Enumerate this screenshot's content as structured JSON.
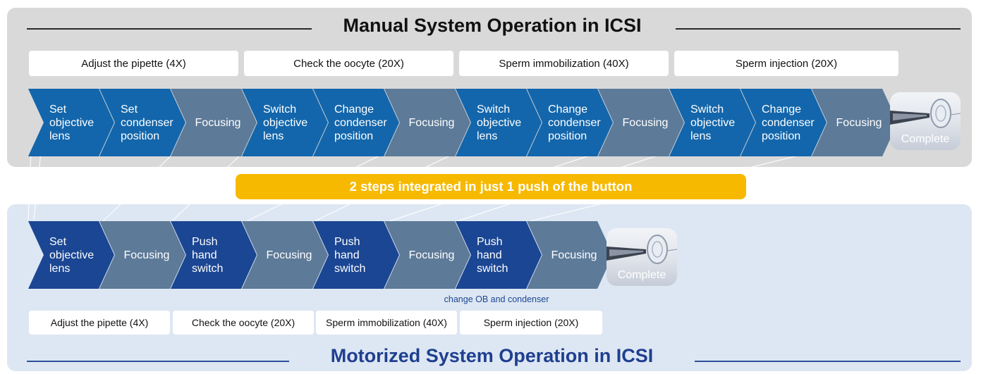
{
  "manual": {
    "title": "Manual System Operation in ICSI",
    "stages": [
      "Adjust the pipette (4X)",
      "Check the oocyte (20X)",
      "Sperm immobilization (40X)",
      "Sperm injection (20X)"
    ],
    "steps": [
      {
        "label": "Set\nobjective\nlens",
        "kind": "blue"
      },
      {
        "label": "Set\ncondenser\nposition",
        "kind": "blue"
      },
      {
        "label": "Focusing",
        "kind": "grey"
      },
      {
        "label": "Switch\nobjective\nlens",
        "kind": "blue"
      },
      {
        "label": "Change\ncondenser\nposition",
        "kind": "blue"
      },
      {
        "label": "Focusing",
        "kind": "grey"
      },
      {
        "label": "Switch\nobjective\nlens",
        "kind": "blue"
      },
      {
        "label": "Change\ncondenser\nposition",
        "kind": "blue"
      },
      {
        "label": "Focusing",
        "kind": "grey"
      },
      {
        "label": "Switch\nobjective\nlens",
        "kind": "blue"
      },
      {
        "label": "Change\ncondenser\nposition",
        "kind": "blue"
      },
      {
        "label": "Focusing",
        "kind": "grey"
      }
    ],
    "complete_label": "Complete"
  },
  "banner": "2 steps integrated in just 1 push of the button",
  "motorized": {
    "title": "Motorized System Operation in ICSI",
    "stages": [
      "Adjust the pipette (4X)",
      "Check the oocyte (20X)",
      "Sperm immobilization (40X)",
      "Sperm injection (20X)"
    ],
    "steps": [
      {
        "label": "Set\nobjective\nlens",
        "kind": "navy"
      },
      {
        "label": "Focusing",
        "kind": "grey"
      },
      {
        "label": "Push\nhand\nswitch",
        "kind": "navy"
      },
      {
        "label": "Focusing",
        "kind": "grey"
      },
      {
        "label": "Push\nhand\nswitch",
        "kind": "navy"
      },
      {
        "label": "Focusing",
        "kind": "grey"
      },
      {
        "label": "Push\nhand\nswitch",
        "kind": "navy"
      },
      {
        "label": "Focusing",
        "kind": "grey"
      }
    ],
    "note": "change OB and condenser",
    "complete_label": "Complete"
  },
  "colors": {
    "manual_step": "#1366ab",
    "motor_step": "#1b4693",
    "focus_step": "#5d7a98",
    "banner": "#f6b900",
    "motor_title": "#1f3f8f"
  }
}
